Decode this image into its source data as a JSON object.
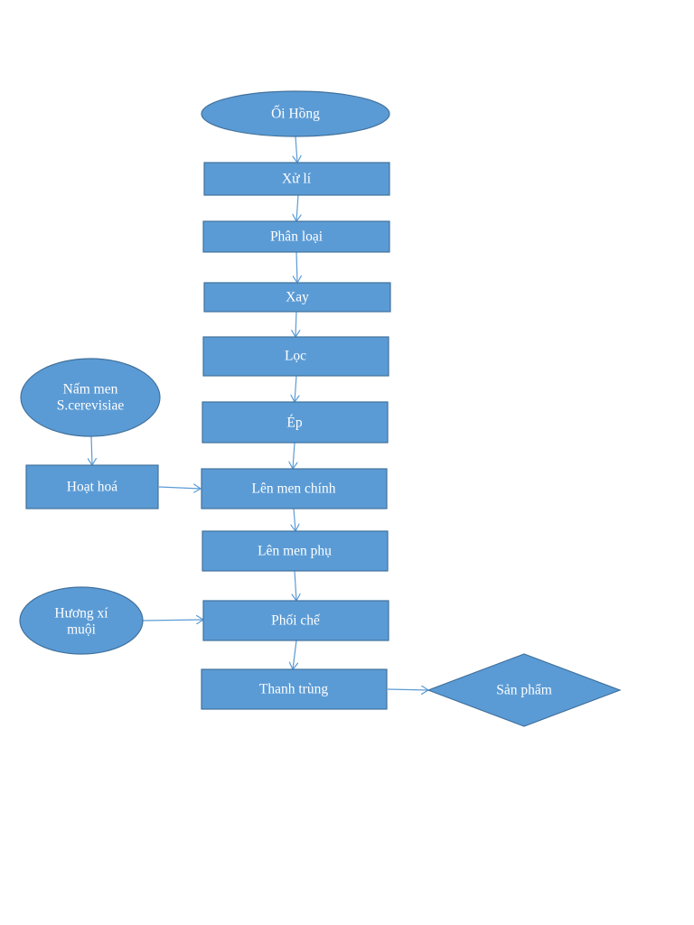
{
  "nodes": {
    "oi_hong": "Ối Hồng",
    "xu_li": "Xử lí",
    "phan_loai": "Phân loại",
    "xay": "Xay",
    "loc": "Lọc",
    "ep": "Ép",
    "len_men_chinh": "Lên men chính",
    "len_men_phu": "Lên men phụ",
    "phoi_che": "Phối chế",
    "thanh_trung": "Thanh trùng",
    "san_pham": "Sản phẩm",
    "nam_men_line1": "Nấm men",
    "nam_men_line2": "S.cerevisiae",
    "hoat_hoa": "Hoạt hoá",
    "huong_line1": "Hương xí",
    "huong_line2": "muội"
  },
  "colors": {
    "shape_fill": "#5b9bd5",
    "shape_stroke": "#41719c",
    "text": "#ffffff"
  }
}
